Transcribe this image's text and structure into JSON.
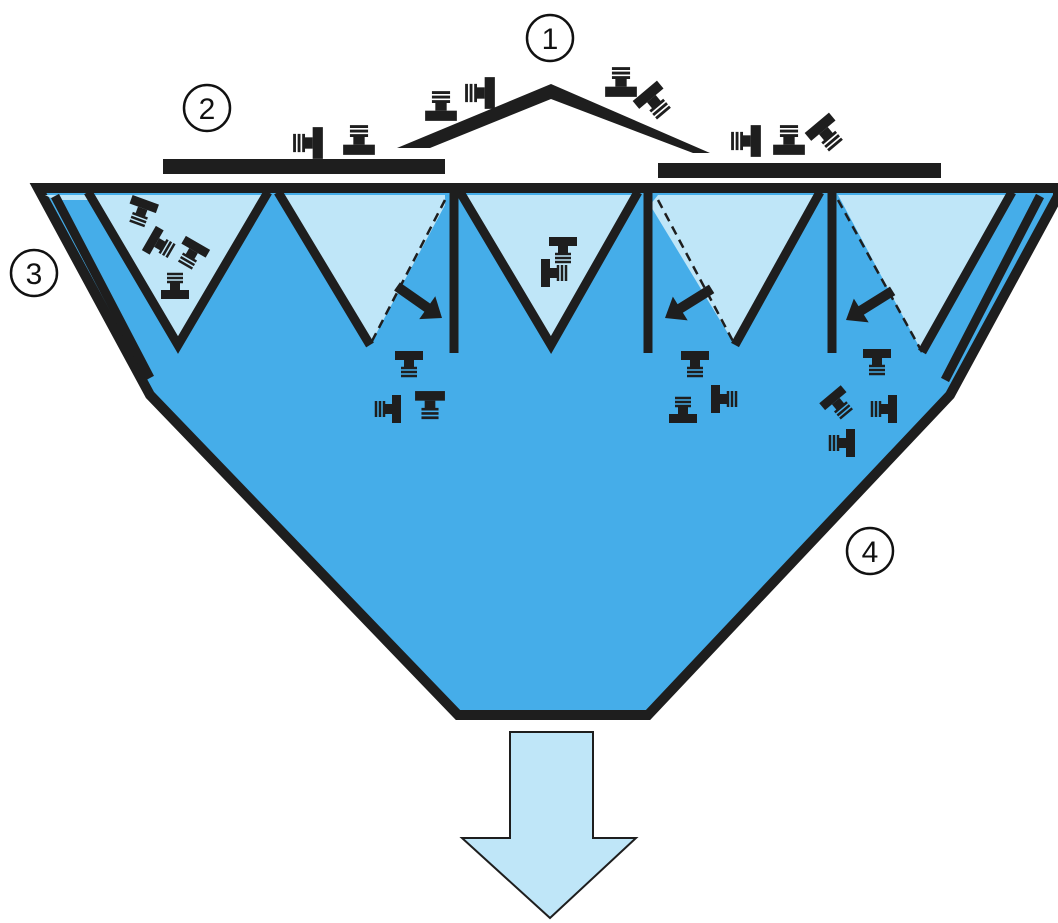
{
  "diagram": {
    "callouts": [
      {
        "id": "c1",
        "label": "1"
      },
      {
        "id": "c2",
        "label": "2"
      },
      {
        "id": "c3",
        "label": "3"
      },
      {
        "id": "c4",
        "label": "4"
      }
    ],
    "colors": {
      "bowl_fill": "#45ade9",
      "pocket_fill": "#bfe6f8",
      "outline": "#1e1e1e",
      "output_arrow_fill": "#bfe6f8",
      "part_fill": "#1e1e1e"
    },
    "icons": {
      "part": "t-bolt-icon",
      "flow_arrow": "arrow-icon",
      "output": "down-arrow-icon"
    }
  }
}
